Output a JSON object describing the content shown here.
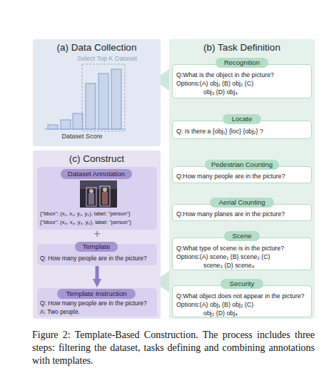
{
  "diagram": {
    "caption": "Figure 2: Template-Based Construction. The process includes three steps: filtering the dataset, tasks defining and combining annotations with templates.",
    "nodes": [
      {
        "text": [
          "(a) Data Collection"
        ]
      },
      {
        "text": [
          "(b) Task Definition"
        ]
      },
      {
        "text": [
          "Q:What is the object in the picture?",
          "Options:(A) obj₁ (B) obj₂ (C) obj₃ (D) obj₄"
        ],
        "in": 1
      },
      {
        "text": [
          "Recognition"
        ],
        "in": 2
      },
      {
        "text": [
          "Q: Is there a {obj₁} {loc} {obj₂} ?"
        ],
        "in": 1
      },
      {
        "text": [
          "Locate"
        ],
        "in": 4
      },
      {
        "text": [
          "Q:How many people are in the picture?"
        ],
        "in": 1
      },
      {
        "text": [
          "Pedestrian Counting"
        ],
        "in": 6
      },
      {
        "text": [
          "Q:How many planes are in the picture?"
        ],
        "in": 1
      },
      {
        "text": [
          "Aerial Counting"
        ],
        "in": 8
      },
      {
        "text": [
          "Q:What type of scene is in the picture?",
          "Options:(A) scene₁ (B) scene₂ (C) scene₃ (D) scene₄"
        ],
        "in": 1
      },
      {
        "text": [
          "Scene"
        ],
        "in": 10
      },
      {
        "text": [
          "Q:What object does not appear in the picture?",
          "Options:(A) obj₁ (B) obj₂ (C) obj₃ (D) obj₄"
        ],
        "in": 1
      },
      {
        "text": [
          "Security"
        ],
        "in": 12
      },
      {
        "text": [
          "(c) Construct"
        ]
      },
      {
        "text": [
          "{\"bbox\": (x₁, x₂, y₁, y₂), label: \"person\"}",
          "{\"bbox\": (x₃, x₄, y₃, y₄), label: \"person\"}"
        ],
        "in": 14
      },
      {
        "text": [
          "Dataset Annotation"
        ],
        "in": 15
      },
      {
        "text": [
          "Q: How many people are in the picture?"
        ],
        "in": 14
      },
      {
        "text": [
          "Template"
        ],
        "in": 17
      },
      {
        "text": [
          "Q: How many people are in the picture?",
          "A: Two people."
        ],
        "in": 14
      },
      {
        "text": [
          "Template Instruction"
        ],
        "in": 19
      }
    ],
    "edges": [
      {
        "from": 0,
        "to": 1,
        "arrow": "none"
      },
      {
        "from": 17,
        "to": 19,
        "arrow": "to"
      },
      {
        "from": 14,
        "to": 1,
        "arrow": "none"
      }
    ],
    "labels": [
      "Select Top K Dataset",
      "Dataset Score",
      "+"
    ]
  }
}
